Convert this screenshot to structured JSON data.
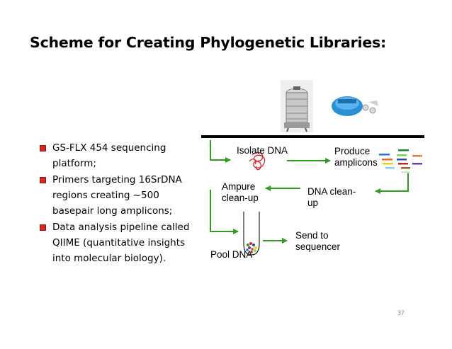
{
  "slide": {
    "title": "Scheme for Creating Phylogenetic Libraries:",
    "bullets": [
      "GS-FLX 454 sequencing platform;",
      "Primers targeting 16SrDNA regions creating ~500 basepair long amplicons;",
      "Data analysis pipeline called QIIME (quantitative insights into molecular biology)."
    ],
    "slide_number": "37"
  },
  "workflow": {
    "isolate_dna": "Isolate DNA",
    "produce_amplicons": "Produce\namplicons",
    "dna_cleanup": "DNA clean-\nup",
    "ampure_cleanup": "Ampure\nclean-up",
    "send_to_sequencer": "Send to\nsequencer",
    "pool_dna": "Pool DNA"
  },
  "colors": {
    "arrow": "#2e9e1e",
    "bullet": "#d9261c",
    "divider": "#000000",
    "dna_scribble": "#d8252a",
    "device": "#2b8fd6"
  },
  "icons": [
    "bead-beater-device-image",
    "sequencing-instrument-image",
    "dna-tangle-icon",
    "tube-icon",
    "amplicon-bands-icon"
  ]
}
